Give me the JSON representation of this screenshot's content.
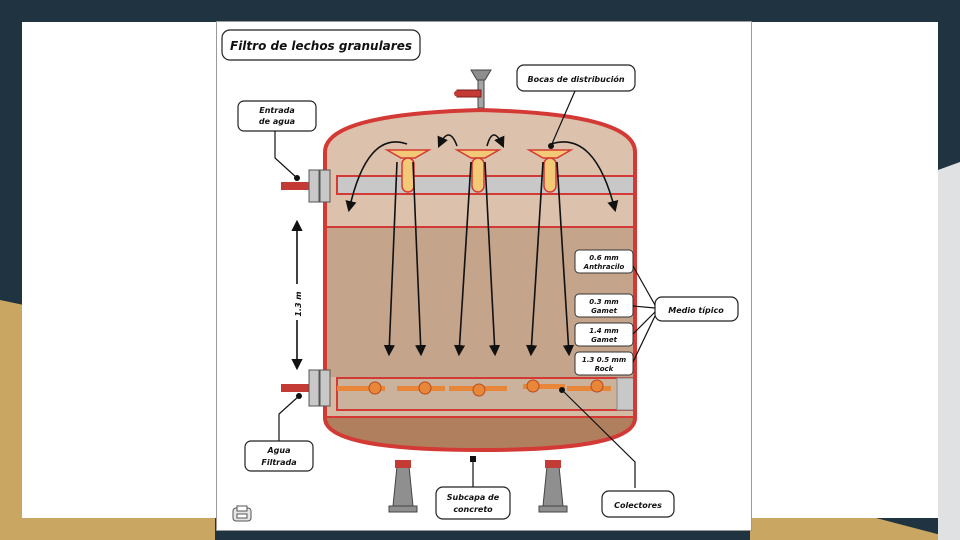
{
  "figure": {
    "title": "Filtro de lechos granulares",
    "labels": {
      "inlet": [
        "Entrada",
        "de agua"
      ],
      "outlet": [
        "Agua",
        "Filtrada"
      ],
      "distribution": "Bocas de distribución",
      "height": "1.3 m",
      "typical_media": "Medio típico",
      "concrete": [
        "Subcapa de",
        "concreto"
      ],
      "collectors": "Colectores"
    },
    "media_layers": [
      {
        "line1": "0.6 mm",
        "line2": "Anthracilo"
      },
      {
        "line1": "0.3 mm",
        "line2": "Gamet"
      },
      {
        "line1": "1.4 mm",
        "line2": "Gamet"
      },
      {
        "line1": "1.3 0.5 mm",
        "line2": "Rock"
      }
    ]
  },
  "colors": {
    "background": "#1f3340",
    "accent_gold": "#c9a661",
    "tank_outline": "#d33a35",
    "upper_zone": "#dcc2ad",
    "media_zone": "#c4a48b",
    "bottom_zone": "#b07f5e",
    "pipe": "#c8c8c8",
    "nozzle": "#f3c877"
  },
  "icons": {
    "print": "printer-icon"
  }
}
